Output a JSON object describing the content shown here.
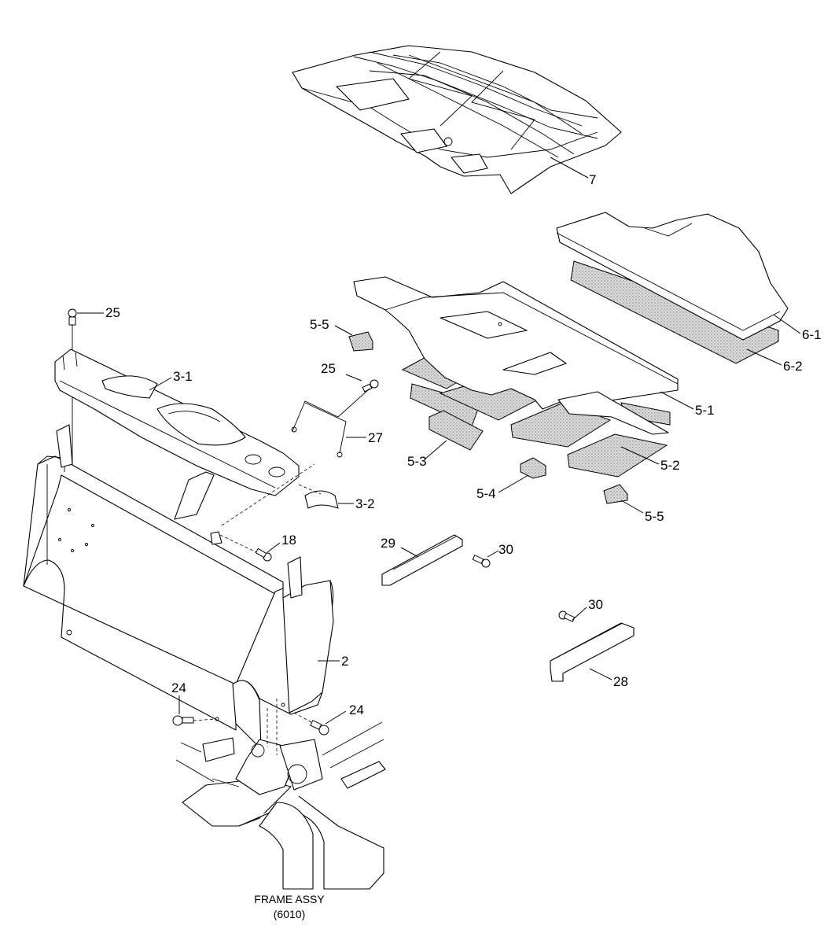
{
  "callouts": [
    {
      "id": "7",
      "text": "7"
    },
    {
      "id": "6-1",
      "text": "6-1"
    },
    {
      "id": "6-2",
      "text": "6-2"
    },
    {
      "id": "5-1",
      "text": "5-1"
    },
    {
      "id": "5-2",
      "text": "5-2"
    },
    {
      "id": "5-3",
      "text": "5-3"
    },
    {
      "id": "5-4",
      "text": "5-4"
    },
    {
      "id": "5-5a",
      "text": "5-5"
    },
    {
      "id": "5-5b",
      "text": "5-5"
    },
    {
      "id": "25a",
      "text": "25"
    },
    {
      "id": "25b",
      "text": "25"
    },
    {
      "id": "3-1",
      "text": "3-1"
    },
    {
      "id": "3-2",
      "text": "3-2"
    },
    {
      "id": "27",
      "text": "27"
    },
    {
      "id": "18",
      "text": "18"
    },
    {
      "id": "29",
      "text": "29"
    },
    {
      "id": "30a",
      "text": "30"
    },
    {
      "id": "30b",
      "text": "30"
    },
    {
      "id": "28",
      "text": "28"
    },
    {
      "id": "2",
      "text": "2"
    },
    {
      "id": "24a",
      "text": "24"
    },
    {
      "id": "24b",
      "text": "24"
    }
  ],
  "caption": {
    "line1": "FRAME ASSY",
    "line2": "(6010)"
  }
}
